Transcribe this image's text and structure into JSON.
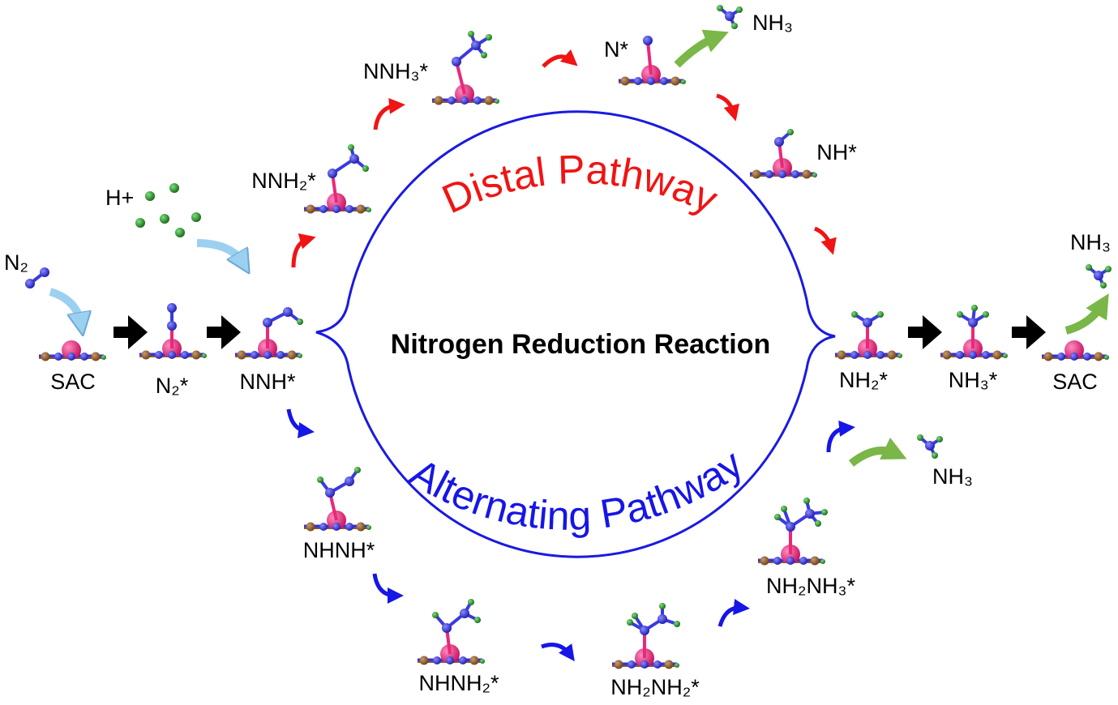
{
  "title": "Nitrogen Reduction Reaction",
  "distal_label": "Distal Pathway",
  "alternating_label": "Alternating Pathway",
  "reactants": {
    "n2": "N₂",
    "proton": "H+"
  },
  "species": {
    "sac_start": "SAC",
    "n2": "N₂*",
    "nnh": "NNH*",
    "nnh2": "NNH₂*",
    "nnh3": "NNH₃*",
    "n": "N*",
    "nh": "NH*",
    "nh2": "NH₂*",
    "nh3": "NH₃*",
    "sac_end": "SAC",
    "nhnh": "NHNH*",
    "nhnh2": "NHNH₂*",
    "nh2nh2": "NH₂NH₂*",
    "nh2nh3": "NH₂NH₃*"
  },
  "products": {
    "nh3_distal": "NH₃",
    "nh3_final": "NH₃",
    "nh3_alternating": "NH₃"
  },
  "colors": {
    "distal": "#f01414",
    "alternating": "#1616e6",
    "loop": "#1a1ae0",
    "metal": "#e8287a",
    "nitrogen": "#3333dd",
    "hydrogen": "#1f9a1f",
    "carbon": "#8a5a2b",
    "release": "#7ab648",
    "adsorb": "#9cd0f0"
  }
}
